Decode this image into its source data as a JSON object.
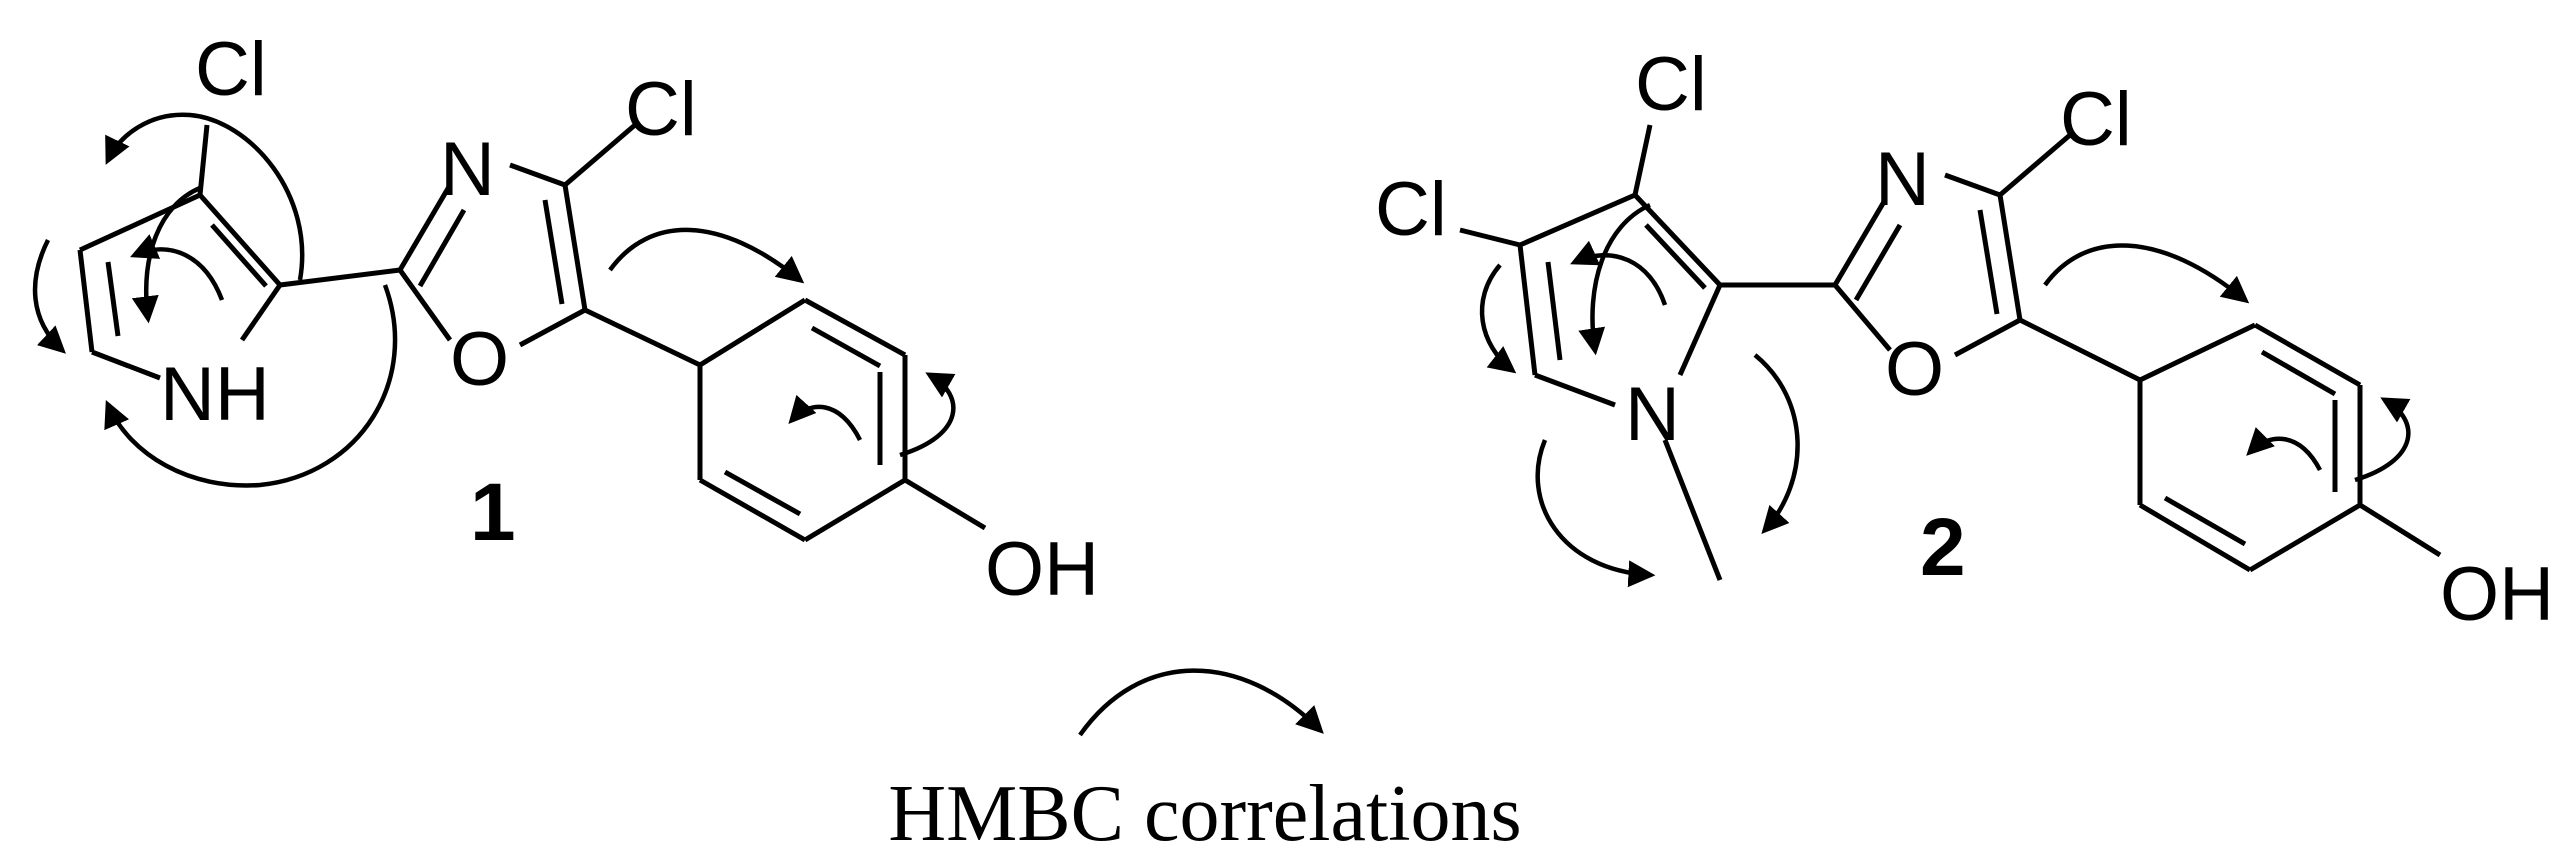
{
  "compounds": [
    {
      "label": "1",
      "atoms": {
        "pyrrole_cl": "Cl",
        "pyrrole_n": "NH",
        "oxazole_n": "N",
        "oxazole_o": "O",
        "oxazole_cl": "Cl",
        "phenol_oh": "OH"
      }
    },
    {
      "label": "2",
      "atoms": {
        "pyrrole_cl_a": "Cl",
        "pyrrole_cl_b": "Cl",
        "pyrrole_n": "N",
        "oxazole_n": "N",
        "oxazole_o": "O",
        "oxazole_cl": "Cl",
        "phenol_oh": "OH"
      }
    }
  ],
  "legend": {
    "label": "HMBC correlations"
  }
}
